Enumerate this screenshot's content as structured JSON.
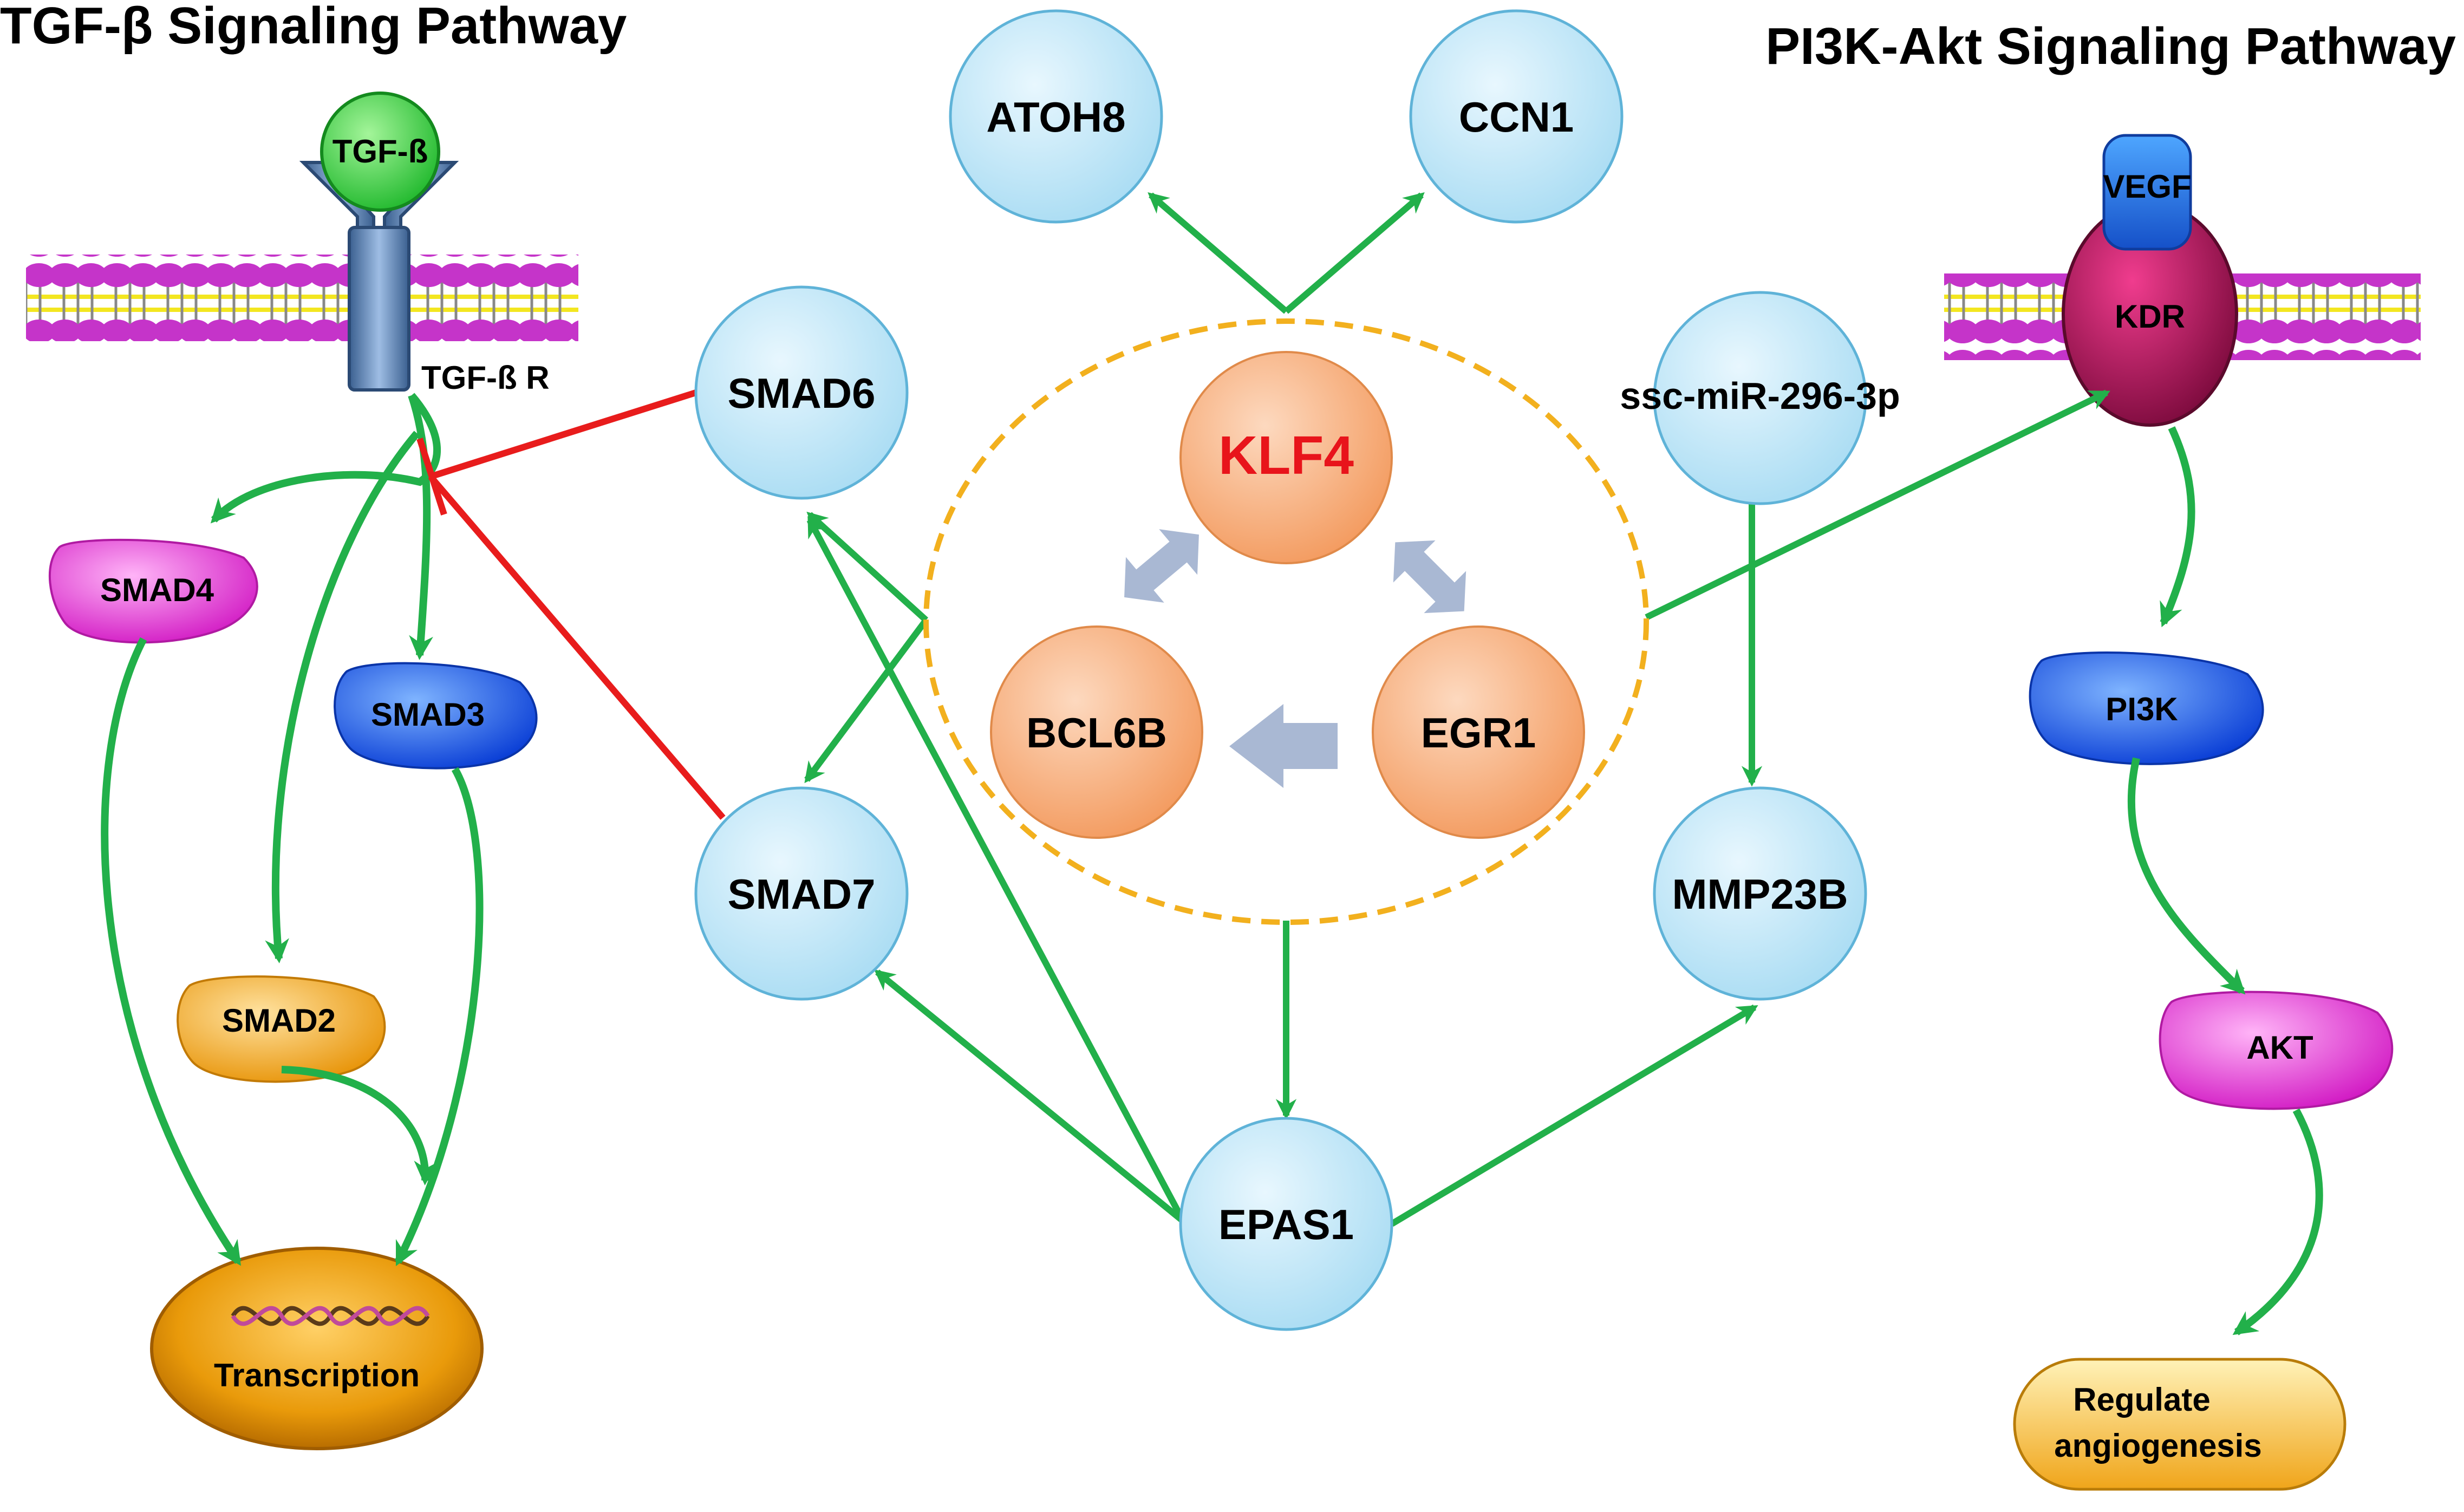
{
  "titles": {
    "tgf": "TGF-β Signaling  Pathway",
    "pi3k": "PI3K-Akt Signaling  Pathway"
  },
  "tgf_pathway": {
    "ligand": "TGF-ß",
    "receptor": "TGF-ß R",
    "smad4": "SMAD4",
    "smad3": "SMAD3",
    "smad2": "SMAD2",
    "transcription": "Transcription"
  },
  "pi3k_pathway": {
    "ligand": "VEGF",
    "receptor": "KDR",
    "pi3k": "PI3K",
    "akt": "AKT",
    "outcome_line1": "Regulate",
    "outcome_line2": "angiogenesis"
  },
  "core": {
    "klf4": "KLF4",
    "bcl6b": "BCL6B",
    "egr1": "EGR1"
  },
  "targets": {
    "atoh8": "ATOH8",
    "ccn1": "CCN1",
    "smad6": "SMAD6",
    "smad7": "SMAD7",
    "epas1": "EPAS1",
    "mmp23b": "MMP23B",
    "mirna": "ssc-miR-296-3p"
  },
  "colors": {
    "activation": "#22b04a",
    "inhibition": "#e81c1c",
    "target_node": "#c6eafa",
    "core_node": "#f9b98a",
    "core_ellipse": "#f2b01e",
    "klf4_text": "#e8141b",
    "core_arrow": "#a9b8d3"
  }
}
